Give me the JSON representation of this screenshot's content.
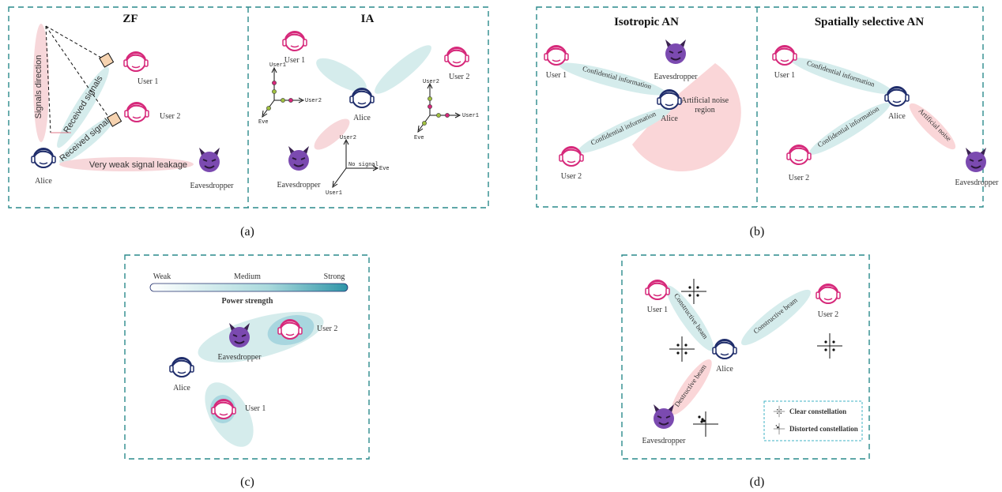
{
  "captions": {
    "a": "(a)",
    "b": "(b)",
    "c": "(c)",
    "d": "(d)"
  },
  "panel_a": {
    "zf_title": "ZF",
    "ia_title": "IA",
    "signals_direction": "Signals direction",
    "received_signals_1": "Received signals",
    "received_signals_2": "Received signals",
    "leakage": "Very weak signal leakage",
    "user1": "User 1",
    "user2": "User 2",
    "alice": "Alice",
    "eve": "Eavesdropper",
    "ia_user1": "User 1",
    "ia_user2": "User 2",
    "ia_alice": "Alice",
    "ia_eve": "Eavesdropper",
    "axes_left": {
      "top": "User1",
      "right": "User2",
      "bottom": "Eve"
    },
    "axes_right": {
      "top": "User2",
      "right": "User1",
      "bottom": "Eve"
    },
    "axes_center": {
      "top": "User2",
      "right": "Eve",
      "bottom": "User1",
      "note": "No signal"
    }
  },
  "panel_b": {
    "iso_title": "Isotropic AN",
    "sel_title": "Spatially selective AN",
    "user1": "User 1",
    "user2": "User 2",
    "alice": "Alice",
    "eve": "Eavesdropper",
    "conf1": "Confidential information",
    "conf2": "Confidential information",
    "an_region_line1": "Artificial noise",
    "an_region_line2": "region",
    "sel_user1": "User 1",
    "sel_user2": "User 2",
    "sel_alice": "Alice",
    "sel_eve": "Eavesdropper",
    "sel_conf1": "Confidential information",
    "sel_conf2": "Confidential information",
    "sel_an": "Artificial noise"
  },
  "panel_c": {
    "weak": "Weak",
    "medium": "Medium",
    "strong": "Strong",
    "power": "Power strength",
    "user1": "User 1",
    "user2": "User 2",
    "alice": "Alice",
    "eve": "Eavesdropper"
  },
  "panel_d": {
    "user1": "User 1",
    "user2": "User 2",
    "alice": "Alice",
    "eve": "Eavesdropper",
    "constructive1": "Constructive beam",
    "constructive2": "Constructive beam",
    "destructive": "Destructive beam",
    "legend_clear": "Clear constellation",
    "legend_distorted": "Distorted constellation"
  },
  "colors": {
    "user": "#d6287a",
    "alice": "#1f2d6b",
    "eve": "#7b4ab0",
    "box": "#2a8a8c",
    "beam": "#cfe9e9",
    "an": "#f7cfd2"
  }
}
